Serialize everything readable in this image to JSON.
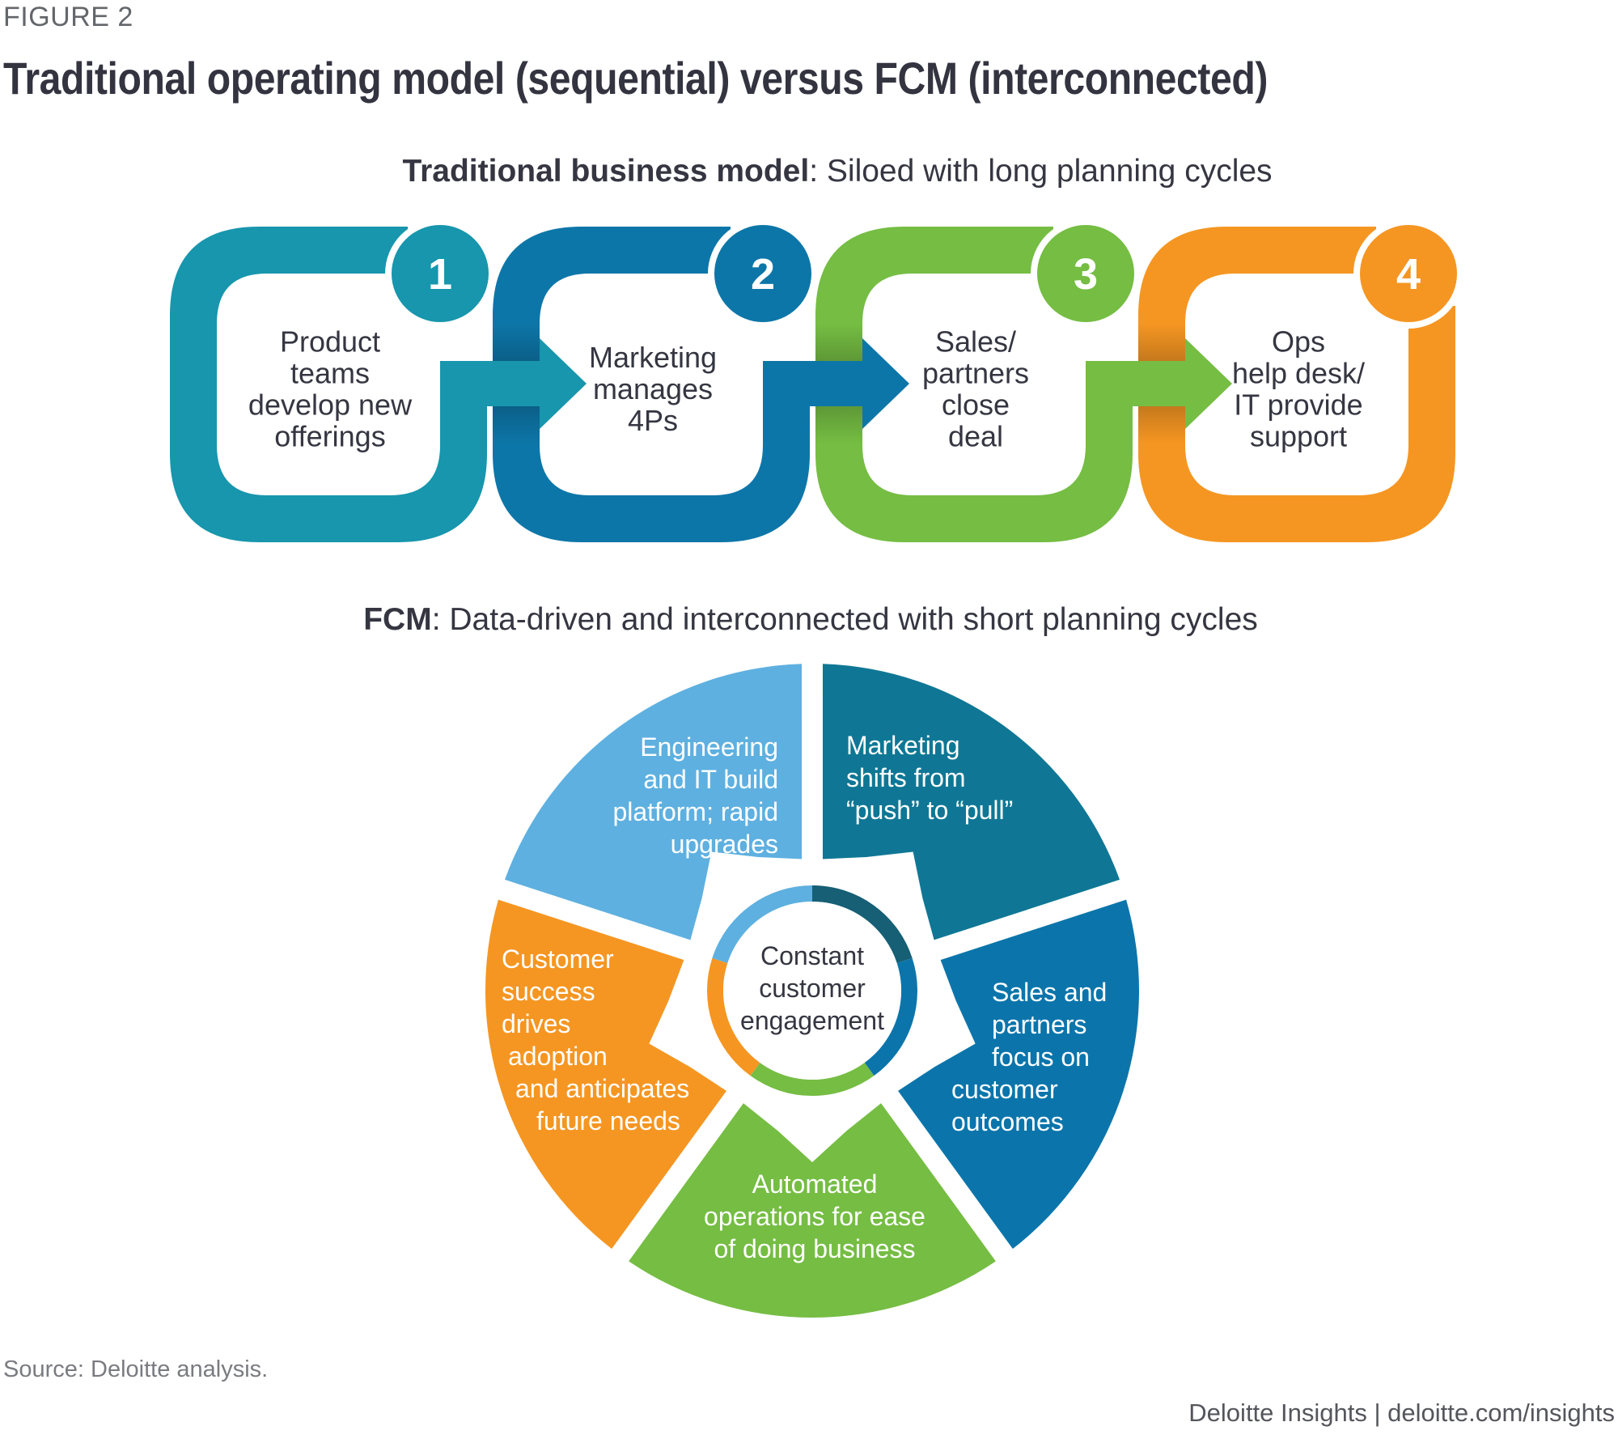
{
  "figure_label": "FIGURE 2",
  "title": "Traditional operating model (sequential) versus FCM (interconnected)",
  "traditional": {
    "heading_bold": "Traditional business model",
    "heading_rest": ": Siloed with long planning cycles",
    "steps": [
      {
        "number": "1",
        "lines": [
          "Product",
          "teams",
          "develop new",
          "offerings"
        ],
        "color": "#1796ad"
      },
      {
        "number": "2",
        "lines": [
          "Marketing",
          "manages",
          "4Ps"
        ],
        "color": "#0d76a8"
      },
      {
        "number": "3",
        "lines": [
          "Sales/",
          "partners",
          "close",
          "deal"
        ],
        "color": "#75bd43"
      },
      {
        "number": "4",
        "lines": [
          "Ops",
          "help desk/",
          "IT provide",
          "support"
        ],
        "color": "#f59622"
      }
    ]
  },
  "fcm": {
    "heading_bold": "FCM",
    "heading_rest": ": Data-driven and interconnected with short planning cycles",
    "hub_lines": [
      "Constant",
      "customer",
      "engagement"
    ],
    "segments": [
      {
        "name": "marketing",
        "lines": [
          "Marketing",
          "shifts from",
          "“push” to “pull”"
        ],
        "color": "#0f7795",
        "ring_color": "#165f75"
      },
      {
        "name": "sales",
        "lines": [
          "Sales and",
          "partners",
          "focus on",
          "customer",
          "outcomes"
        ],
        "color": "#0b75ab",
        "ring_color": "#0b75ab"
      },
      {
        "name": "operations",
        "lines": [
          "Automated",
          "operations for ease",
          "of doing business"
        ],
        "color": "#75bd43",
        "ring_color": "#75bd43"
      },
      {
        "name": "customer-success",
        "lines": [
          "Customer",
          "success",
          "drives",
          "adoption",
          "and anticipates",
          "future needs"
        ],
        "color": "#f59622",
        "ring_color": "#f59622"
      },
      {
        "name": "engineering",
        "lines": [
          "Engineering",
          "and IT build",
          "platform; rapid",
          "upgrades"
        ],
        "color": "#5eb0e0",
        "ring_color": "#5eb0e0"
      }
    ]
  },
  "source": "Source: Deloitte analysis.",
  "credit": "Deloitte Insights | deloitte.com/insights"
}
